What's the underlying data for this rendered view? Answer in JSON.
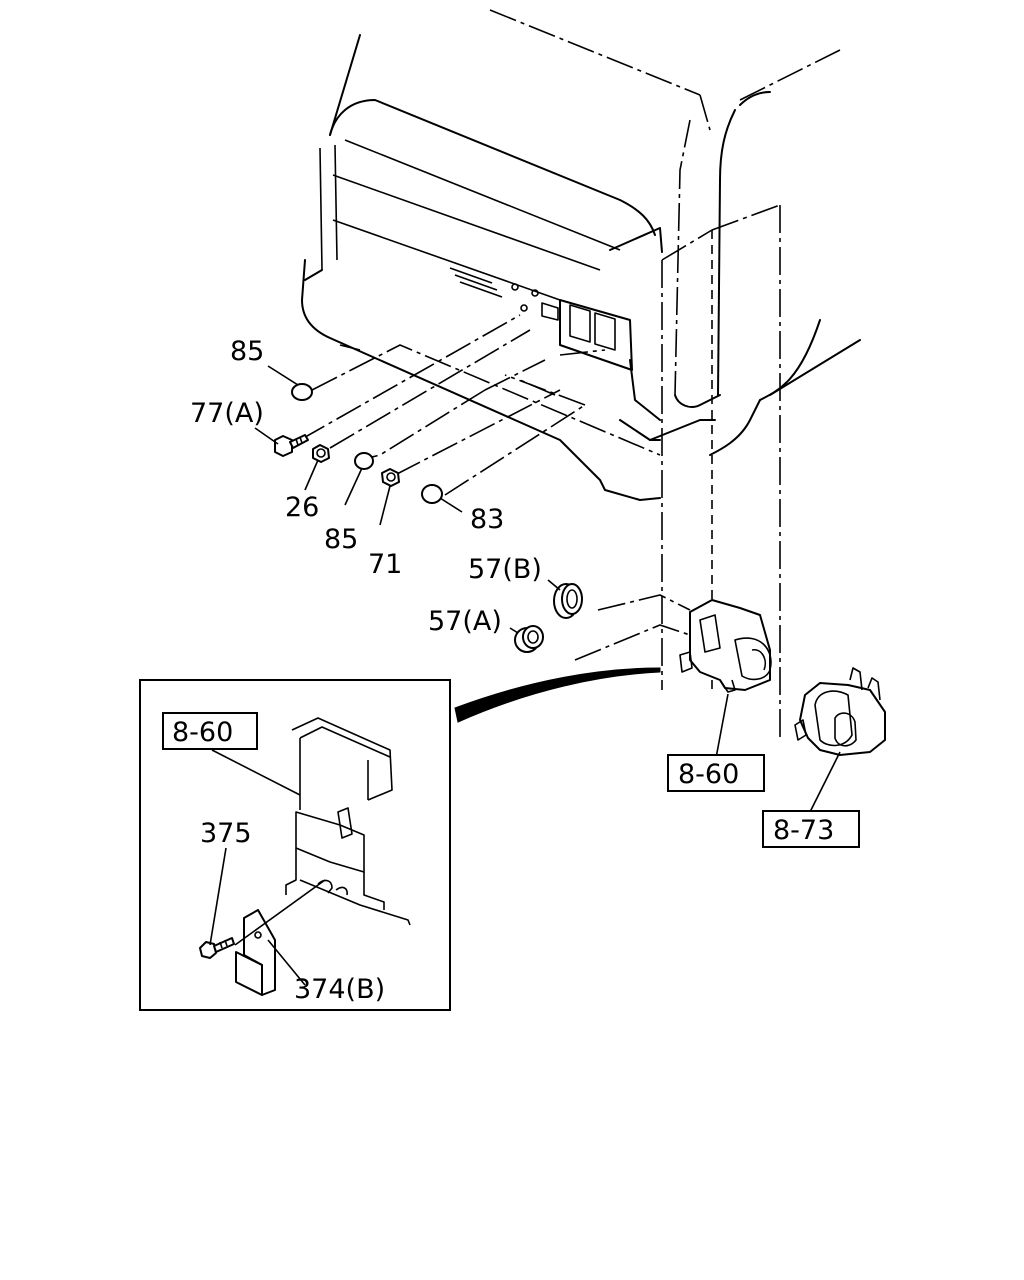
{
  "callouts": {
    "c85_top": "85",
    "c77a": "77(A)",
    "c26": "26",
    "c85_bottom": "85",
    "c71": "71",
    "c83": "83",
    "c57b": "57(B)",
    "c57a": "57(A)",
    "c8_60_main": "8-60",
    "c8_73": "8-73",
    "c8_60_inset": "8-60",
    "c375": "375",
    "c374b": "374(B)"
  }
}
